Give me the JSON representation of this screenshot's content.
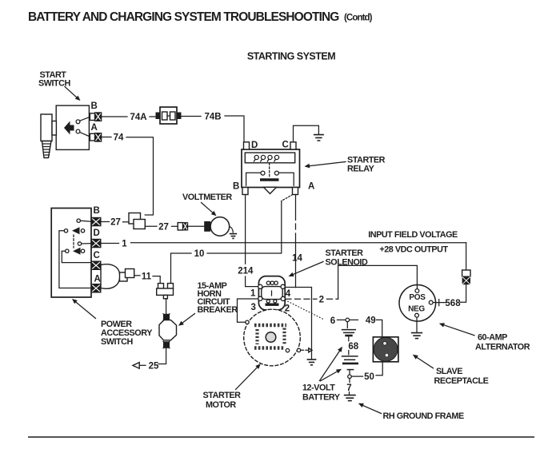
{
  "page": {
    "title": "BATTERY AND CHARGING SYSTEM TROUBLESHOOTING",
    "title_suffix": "(Contd)",
    "subtitle": "STARTING SYSTEM",
    "ink_color": "#1d1d1d",
    "paper_color": "#ffffff"
  },
  "components": {
    "start_switch_1": "START",
    "start_switch_2": "SWITCH",
    "starter_relay_1": "STARTER",
    "starter_relay_2": "RELAY",
    "voltmeter": "VOLTMETER",
    "power_accessory_switch_1": "POWER",
    "power_accessory_switch_2": "ACCESSORY",
    "power_accessory_switch_3": "SWITCH",
    "horn_circuit_breaker_1": "15-AMP",
    "horn_circuit_breaker_2": "HORN",
    "horn_circuit_breaker_3": "CIRCUIT",
    "horn_circuit_breaker_4": "BREAKER",
    "starter_solenoid_1": "STARTER",
    "starter_solenoid_2": "SOLENOID",
    "starter_motor_1": "STARTER",
    "starter_motor_2": "MOTOR",
    "battery_1": "12-VOLT",
    "battery_2": "BATTERY",
    "slave_receptacle_1": "SLAVE",
    "slave_receptacle_2": "RECEPTACLE",
    "alternator_1": "60-AMP",
    "alternator_2": "ALTERNATOR",
    "rh_ground_frame": "RH GROUND FRAME"
  },
  "annotations": {
    "input_field_voltage": "INPUT FIELD VOLTAGE",
    "vdc_output": "+28 VDC OUTPUT"
  },
  "wires": {
    "w74a": "74A",
    "w74b": "74B",
    "w74": "74",
    "w27_left": "27",
    "w27_right": "27",
    "w1": "1",
    "w10": "10",
    "w11": "11",
    "w214": "214",
    "w14": "14",
    "w2": "2",
    "w6": "6",
    "w25": "25",
    "w49": "49",
    "w68": "68",
    "w50": "50",
    "w7": "7",
    "w568": "568"
  },
  "terminals": {
    "start_switch_b": "B",
    "start_switch_a": "A",
    "relay_d": "D",
    "relay_c": "C",
    "relay_b": "B",
    "relay_a": "A",
    "power_switch_b": "B",
    "power_switch_d": "D",
    "power_switch_c": "C",
    "power_switch_a": "A",
    "solenoid_1": "1",
    "solenoid_4": "4",
    "solenoid_3": "3",
    "solenoid_2": "2",
    "alternator_pos": "POS",
    "alternator_neg": "NEG"
  }
}
